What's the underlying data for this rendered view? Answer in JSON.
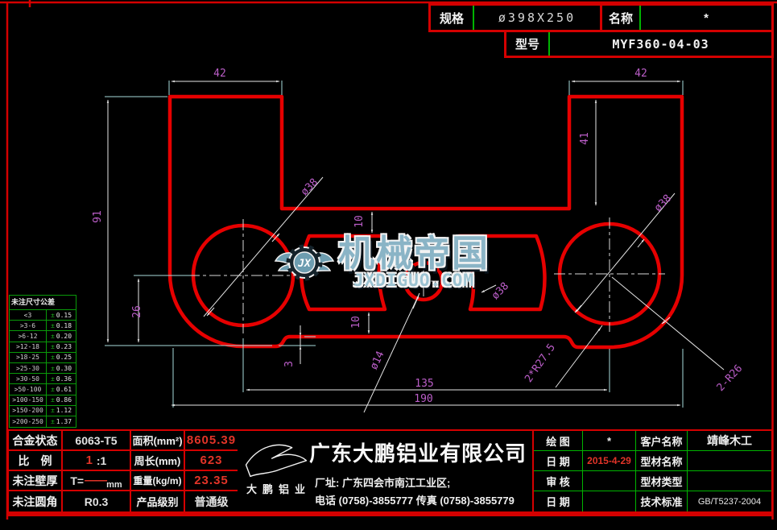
{
  "spec": {
    "spec_label": "规格",
    "spec_value": "ø398X250",
    "name_label": "名称",
    "name_value": "*",
    "model_label": "型号",
    "model_value": "MYF360-04-03"
  },
  "tol": {
    "title": "未注尺寸公差",
    "pm": "±",
    "rows": [
      [
        "<3",
        "0.15"
      ],
      [
        ">3-6",
        "0.18"
      ],
      [
        ">6-12",
        "0.20"
      ],
      [
        ">12-18",
        "0.23"
      ],
      [
        ">18-25",
        "0.25"
      ],
      [
        ">25-30",
        "0.30"
      ],
      [
        ">30-50",
        "0.36"
      ],
      [
        ">50-100",
        "0.61"
      ],
      [
        ">100-150",
        "0.86"
      ],
      [
        ">150-200",
        "1.12"
      ],
      [
        ">200-250",
        "1.37"
      ]
    ]
  },
  "dims": {
    "w42l": "42",
    "w42r": "42",
    "h91": "91",
    "h41": "41",
    "h26": "26",
    "t10": "10",
    "b10": "10",
    "s3": "3",
    "c135": "135",
    "w190": "190",
    "dia38_left": "ø38",
    "dia38_right": "ø38",
    "dia38_mid": "ø38",
    "dia14": "ø14",
    "r26": "2-R26",
    "r275": "2*R27.5"
  },
  "wm": {
    "jx": "JX",
    "title": "机械帝国",
    "site": "JXDIGUO.COM"
  },
  "tb": {
    "alloy_label": "合金状态",
    "alloy_value": "6063-T5",
    "area_label": "面积(mm²)",
    "area_value": "8605.39",
    "scale_label": "比　例",
    "scale_red": "1",
    "scale_rest": " :1",
    "perimeter_label": "周长(mm)",
    "perimeter_value": "623",
    "wall_label": "未注壁厚",
    "wall_prefix": "T=",
    "wall_dash": "——",
    "wall_unit": "mm",
    "weight_label": "重量(kg/m)",
    "weight_value": "23.35",
    "fillet_label": "未注圆角",
    "fillet_value": "R0.3",
    "grade_label": "产品级别",
    "grade_value": "普通级"
  },
  "company": {
    "name": "广东大鹏铝业有限公司",
    "caption": "大鹏铝业",
    "address": "厂址: 广东四会市南江工业区;",
    "phone": "电话 (0758)-3855777 传真 (0758)-3855779"
  },
  "rb": {
    "draw_label": "绘 图",
    "draw_value": "*",
    "customer_label": "客户名称",
    "customer_value": "靖峰木工",
    "date1_label": "日 期",
    "date1_value": "2015-4-29",
    "pname_label": "型材名称",
    "pname_value": "",
    "audit_label": "审 核",
    "audit_value": "",
    "ptype_label": "型材类型",
    "ptype_value": "",
    "date2_label": "日 期",
    "date2_value": "",
    "standard_label": "技术标准",
    "standard_value": "GB/T5237-2004"
  }
}
